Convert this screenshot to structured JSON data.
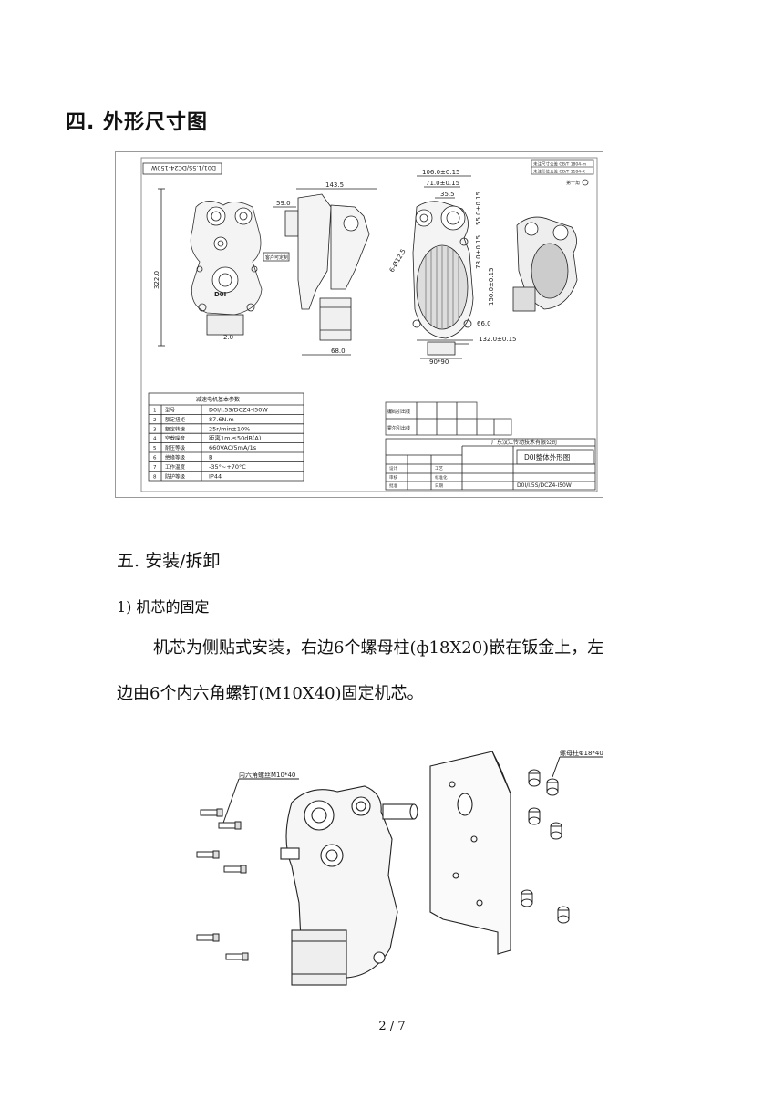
{
  "section4": {
    "heading": "四. 外形尺寸图"
  },
  "drawing": {
    "model_stamp": "D01/1.5S/DC24-150W",
    "dims": {
      "d1": "143.5",
      "d2": "59.0",
      "d3": "322.0",
      "d4": "2.0",
      "d5": "68.0",
      "d6": "106.0±0.15",
      "d7": "71.0±0.15",
      "d8": "35.5",
      "d9": "55.0±0.15",
      "d10": "78.0±0.15",
      "d11": "150.0±0.15",
      "d12": "6-Ø12.5",
      "d13": "66.0",
      "d14": "132.0±0.15",
      "d15": "90*90"
    },
    "customer_label": "客户可定制",
    "logo": "D0I",
    "top_notes": [
      "未注尺寸公差 GB/T 1804-m",
      "未注形位公差 GB/T 1184-K"
    ],
    "projection": "第一角",
    "params_title": "减速电机基本参数",
    "params": [
      {
        "no": "1",
        "name": "型号",
        "value": "D0I/I.5S/DCZ4-I50W"
      },
      {
        "no": "2",
        "name": "额定扭矩",
        "value": "87.6N.m"
      },
      {
        "no": "3",
        "name": "额定转速",
        "value": "25r/min±10%"
      },
      {
        "no": "4",
        "name": "空载噪音",
        "value": "距离1m,≤50dB(A)"
      },
      {
        "no": "5",
        "name": "耐压等级",
        "value": "660VAC/5mA/1s"
      },
      {
        "no": "6",
        "name": "绝缘等级",
        "value": "B"
      },
      {
        "no": "7",
        "name": "工作温度",
        "value": "-35°~+70°C"
      },
      {
        "no": "8",
        "name": "防护等级",
        "value": "IP44"
      }
    ],
    "wire_labels": [
      "编码引出线",
      "霍尔引出线"
    ],
    "company": "广东汉江传动技术有限公司",
    "drawing_title": "D0I整体外形图",
    "drawing_code": "D0I/I.5S/DCZ4-I50W",
    "tb_cells": [
      "设计",
      "工艺",
      "审核",
      "标准化",
      "批准",
      "日期"
    ]
  },
  "section5": {
    "heading": "五. 安装/拆卸",
    "sub": "1) 机芯的固定"
  },
  "body": {
    "line1": "机芯为侧贴式安装，右边6个螺母柱(ф18X20)嵌在钣金上，左",
    "line2": "边由6个内六角螺钉(M10X40)固定机芯。"
  },
  "assembly": {
    "label_screw": "内六角螺丝M10*40",
    "label_nut": "螺母柱Φ18*40"
  },
  "page": {
    "number": "2 / 7"
  }
}
